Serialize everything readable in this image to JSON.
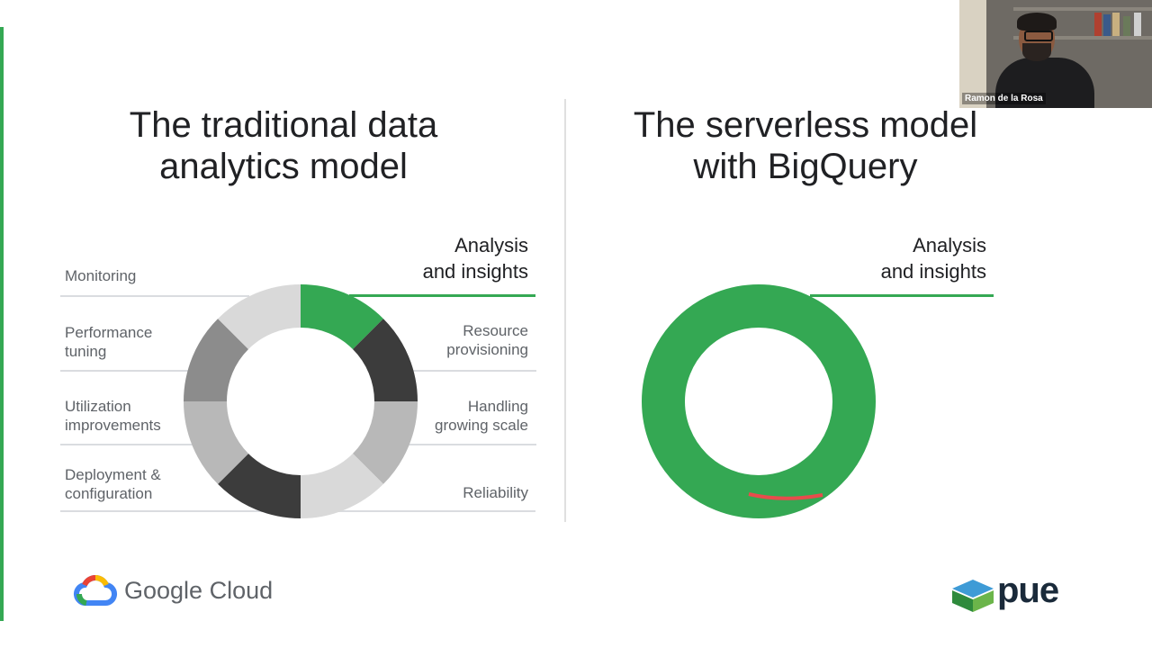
{
  "slide": {
    "left": {
      "title_lines": [
        "The traditional data",
        "analytics model"
      ],
      "heading_lines": [
        "Analysis",
        "and insights"
      ],
      "left_labels": [
        {
          "lines": [
            "Monitoring"
          ]
        },
        {
          "lines": [
            "Performance",
            "tuning"
          ]
        },
        {
          "lines": [
            "Utilization",
            "improvements"
          ]
        },
        {
          "lines": [
            "Deployment &",
            "configuration"
          ]
        }
      ],
      "right_labels": [
        {
          "lines": [
            "Resource",
            "provisioning"
          ]
        },
        {
          "lines": [
            "Handling",
            "growing scale"
          ]
        },
        {
          "lines": [
            "Reliability"
          ]
        }
      ]
    },
    "right": {
      "title_lines": [
        "The serverless model",
        "with BigQuery"
      ],
      "heading_lines": [
        "Analysis",
        "and insights"
      ]
    }
  },
  "chart_data": [
    {
      "type": "pie",
      "categories": [
        "Analysis and insights",
        "Resource provisioning",
        "Handling growing scale",
        "Reliability",
        "Deployment & configuration",
        "Utilization improvements",
        "Performance tuning",
        "Monitoring"
      ],
      "values": [
        1,
        1,
        1,
        1,
        1,
        1,
        1,
        1
      ],
      "colors": [
        "#34a853",
        "#3c3c3c",
        "#b8b8b8",
        "#d9d9d9",
        "#3c3c3c",
        "#b8b8b8",
        "#8c8c8c",
        "#d9d9d9"
      ]
    },
    {
      "type": "pie",
      "categories": [
        "Analysis and insights"
      ],
      "values": [
        1
      ],
      "colors": [
        "#34a853"
      ]
    }
  ],
  "branding": {
    "google_cloud_text": "Google Cloud",
    "pue_text": "pue"
  },
  "video": {
    "participant_name": "Ramon de la Rosa"
  },
  "colors": {
    "accent_green": "#34a853",
    "rule_gray": "#dadce0",
    "label_gray": "#5f6368"
  }
}
